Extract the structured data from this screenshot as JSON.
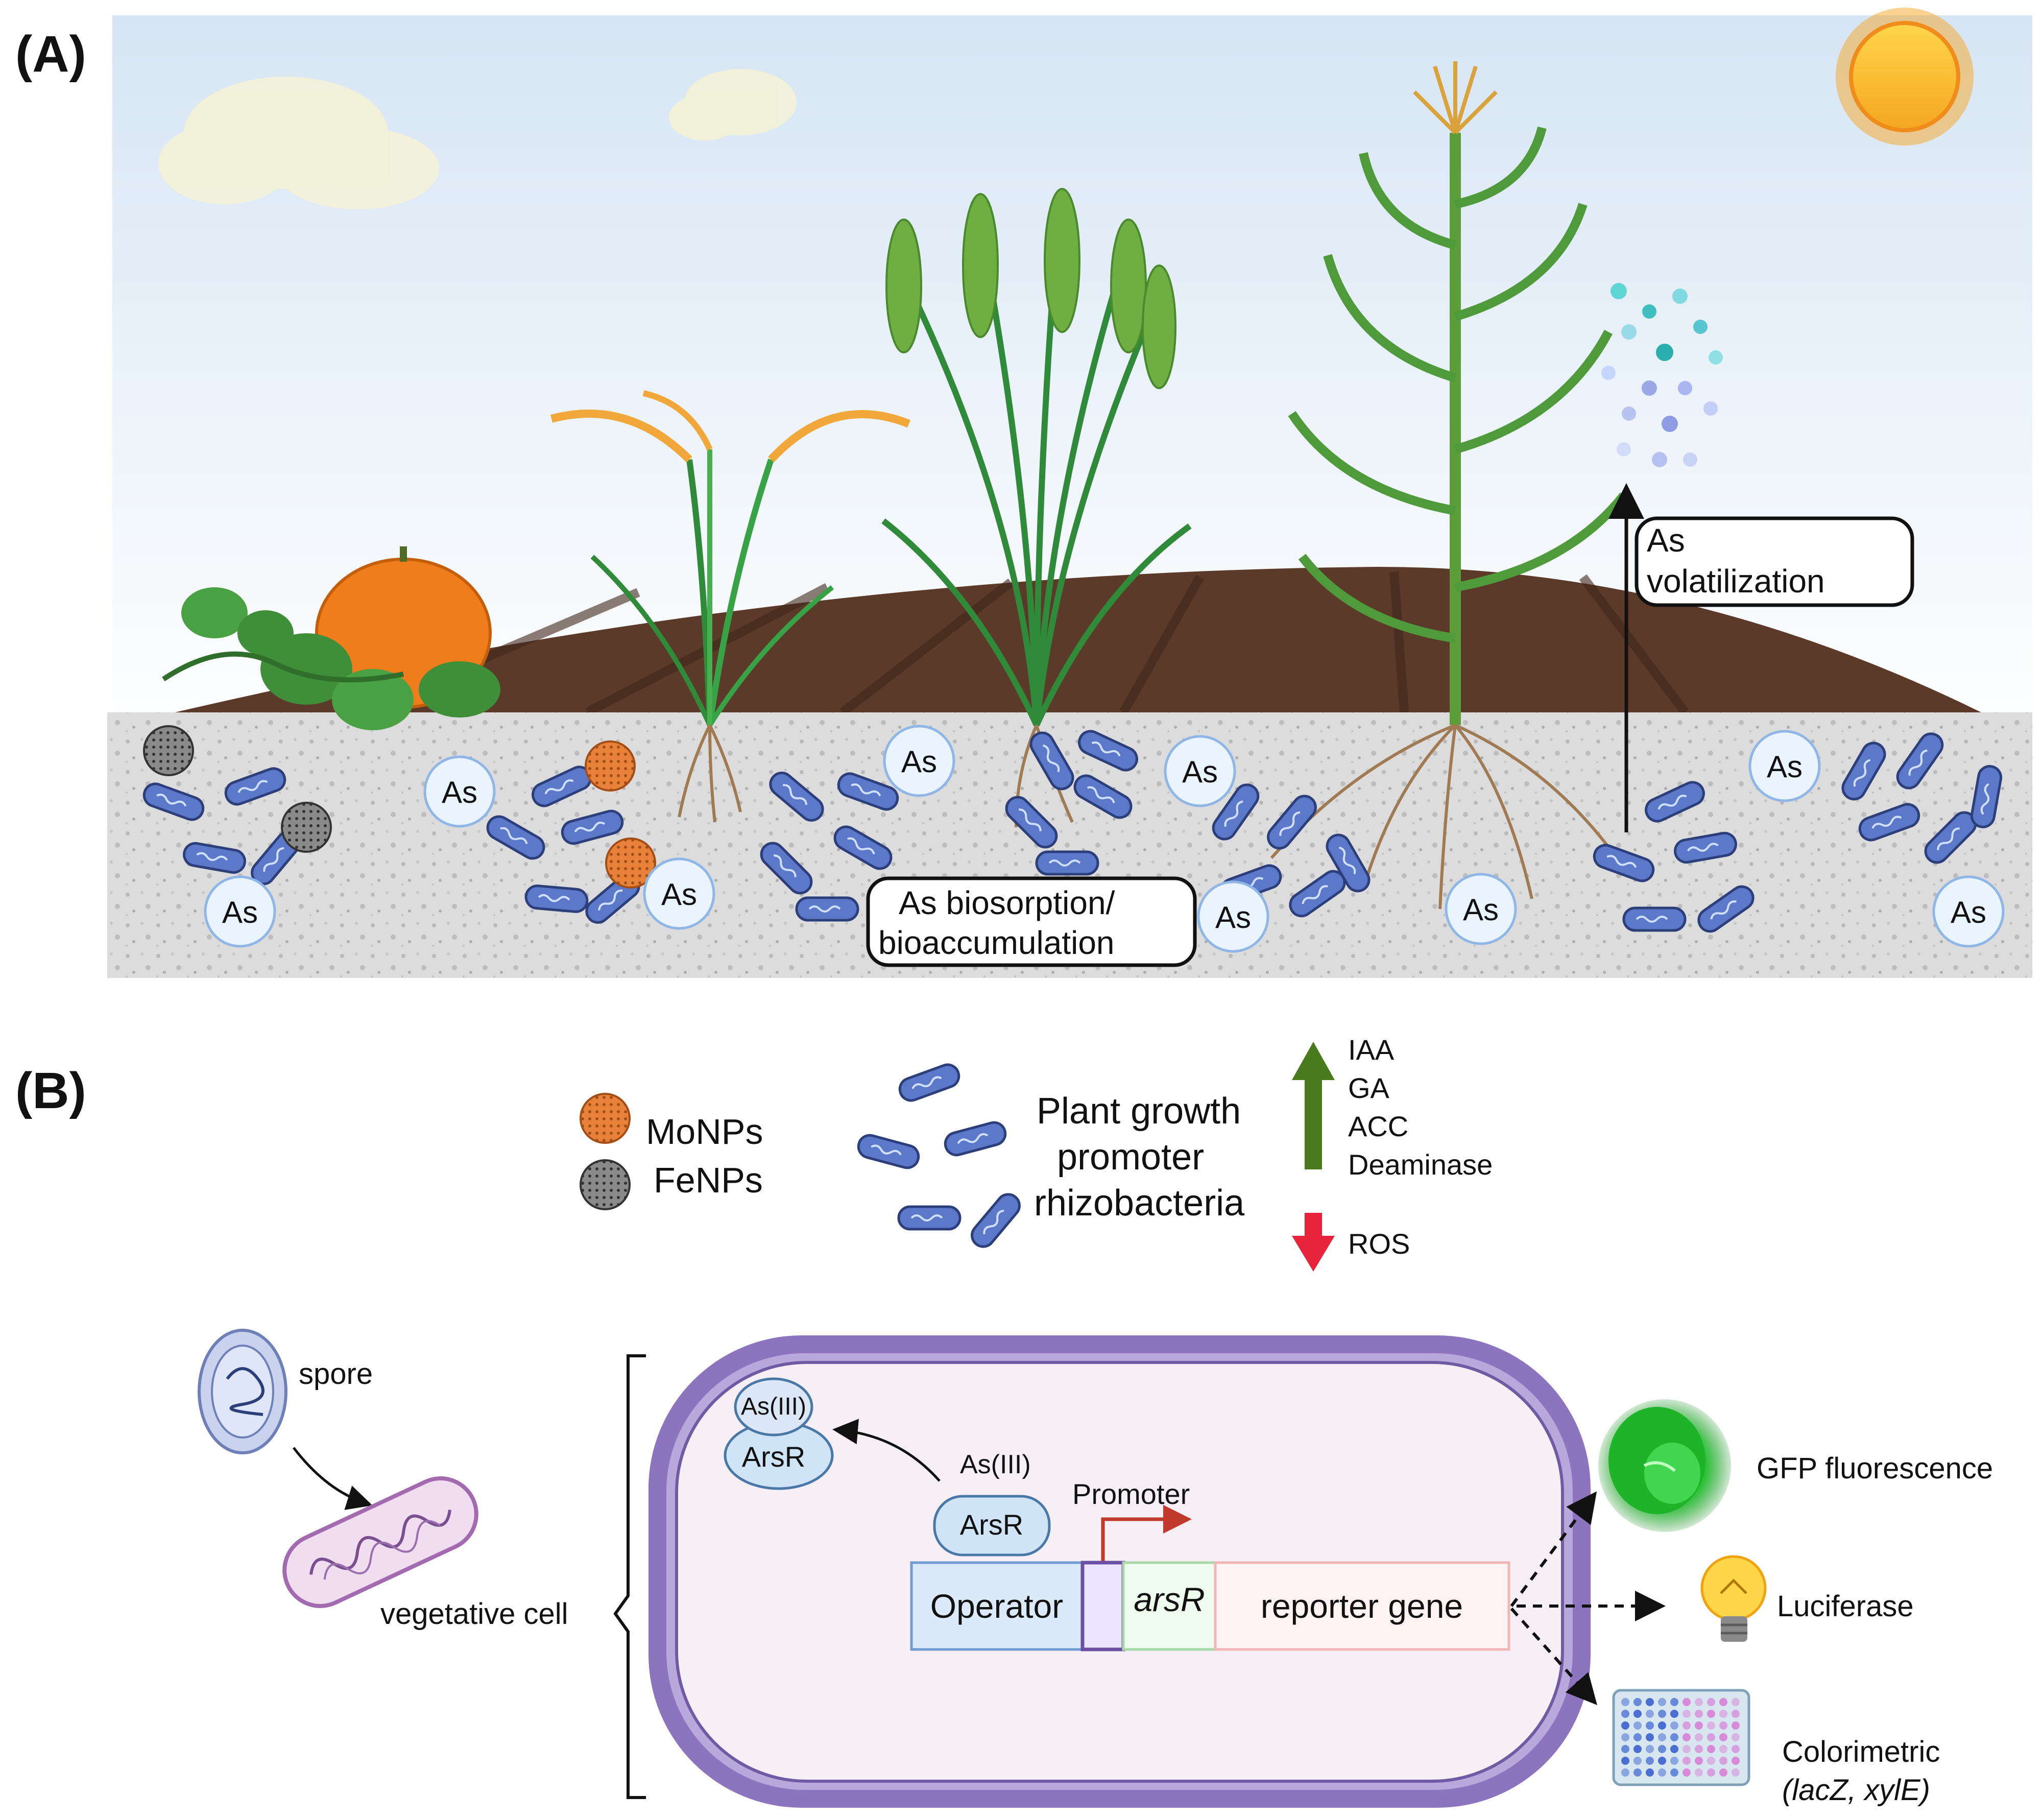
{
  "panel_a": {
    "label": "(A)",
    "volatilization_label_line1": "As",
    "volatilization_label_line2": "volatilization",
    "biosorption_label_line1": "As biosorption/",
    "biosorption_label_line2": "bioaccumulation",
    "arsenic_token": "As"
  },
  "panel_b": {
    "label": "(B)",
    "legend": {
      "monps": "MoNPs",
      "fenps": "FeNPs",
      "pgpr_line1": "Plant growth",
      "pgpr_line2": "promoter",
      "pgpr_line3": "rhizobacteria",
      "up_items": [
        "IAA",
        "GA",
        "ACC",
        "Deaminase"
      ],
      "down_items": [
        "ROS"
      ]
    },
    "cycle": {
      "spore": "spore",
      "vegetative": "vegetative cell"
    },
    "biosensor": {
      "as3_bound": "As(III)",
      "arsr_bound": "ArsR",
      "as3_free": "As(III)",
      "arsr_free": "ArsR",
      "promoter": "Promoter",
      "operator": "Operator",
      "arsr_gene": "arsR",
      "reporter": "reporter gene"
    },
    "outputs": {
      "gfp": "GFP fluorescence",
      "luciferase": "Luciferase",
      "colorimetric": "Colorimetric",
      "colorimetric_genes": "(lacZ, xylE)"
    }
  },
  "colors": {
    "sky_top": "#dbe8f5",
    "soil_brown": "#5b3a29",
    "gravel": "#d9d9d9",
    "bacteria": "#5b78c9",
    "mo_np": "#e8823a",
    "fe_np": "#6b6b6b",
    "arrow_up": "#4a7a1e",
    "arrow_down": "#e8243c",
    "cell_wall": "#8d74bf",
    "promoter_arrow": "#c0392b"
  }
}
